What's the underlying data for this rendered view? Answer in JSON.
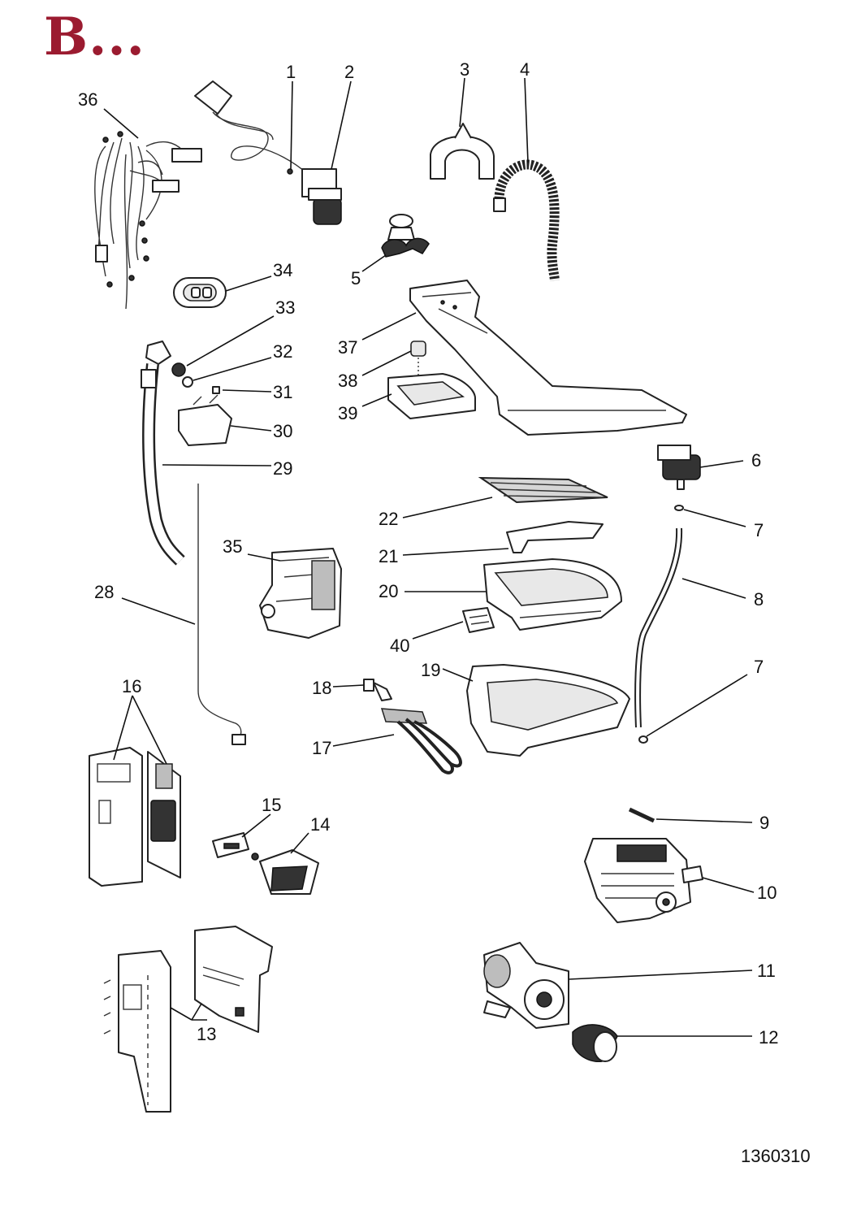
{
  "header": {
    "title": "B...",
    "title_color": "#9b1b30"
  },
  "footer": {
    "diagram_number": "1360310"
  },
  "callouts": {
    "c1": "1",
    "c2": "2",
    "c3": "3",
    "c4": "4",
    "c5": "5",
    "c6": "6",
    "c7a": "7",
    "c7b": "7",
    "c8": "8",
    "c9": "9",
    "c10": "10",
    "c11": "11",
    "c12": "12",
    "c13": "13",
    "c14": "14",
    "c15": "15",
    "c16": "16",
    "c17": "17",
    "c18": "18",
    "c19": "19",
    "c20": "20",
    "c21": "21",
    "c22": "22",
    "c28": "28",
    "c29": "29",
    "c30": "30",
    "c31": "31",
    "c32": "32",
    "c33": "33",
    "c34": "34",
    "c35": "35",
    "c36": "36",
    "c37": "37",
    "c38": "38",
    "c39": "39",
    "c40": "40"
  }
}
